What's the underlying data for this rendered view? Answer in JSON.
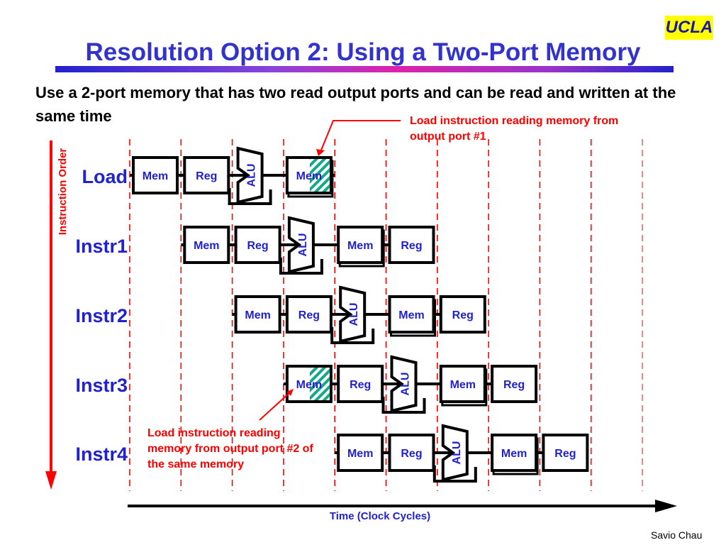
{
  "logo": "UCLA",
  "title": "Resolution Option 2: Using a Two-Port Memory",
  "subtitle": "Use a 2-port memory that has two read output ports and can be read and written at the same time",
  "axis": {
    "y_label": "Instruction Order",
    "x_label": "Time (Clock Cycles)"
  },
  "rows": [
    {
      "label": "Load",
      "stages": [
        "Mem",
        "Reg",
        "ALU",
        "Mem"
      ]
    },
    {
      "label": "Instr1",
      "stages": [
        "Mem",
        "Reg",
        "ALU",
        "Mem",
        "Reg"
      ]
    },
    {
      "label": "Instr2",
      "stages": [
        "Mem",
        "Reg",
        "ALU",
        "Mem",
        "Reg"
      ]
    },
    {
      "label": "Instr3",
      "stages": [
        "Mem",
        "Reg",
        "ALU",
        "Mem",
        "Reg"
      ]
    },
    {
      "label": "Instr4",
      "stages": [
        "Mem",
        "Reg",
        "ALU",
        "Mem",
        "Reg"
      ]
    }
  ],
  "callouts": {
    "top": "Load instruction reading memory from output port #1",
    "bottom": "Load instruction reading memory from output port #2 of the same memory"
  },
  "footer": "Savio Chau",
  "colors": {
    "title": "#3333cc",
    "labels": "#2222cc",
    "accent_red": "#ff0000",
    "hatch": "#11aa88",
    "logo_bg": "#ffff00"
  }
}
